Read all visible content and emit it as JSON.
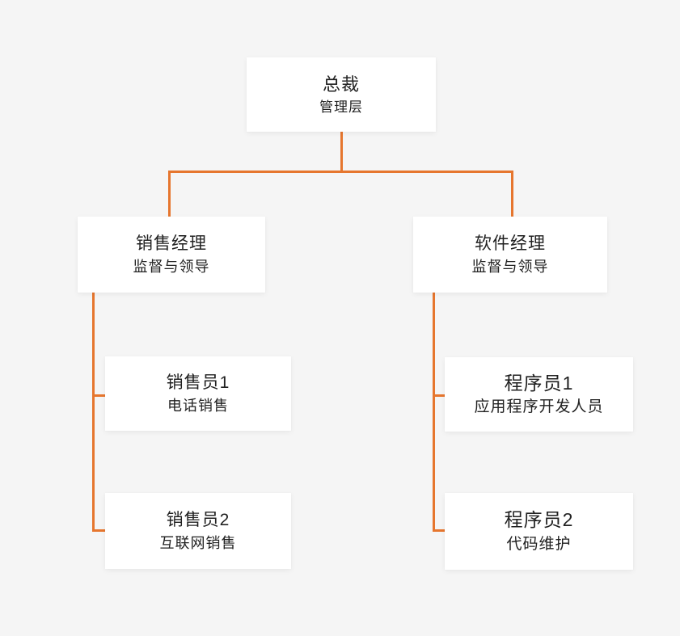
{
  "colors": {
    "background": "#f5f5f5",
    "box_fill": "#ffffff",
    "line": "#e6762e",
    "text": "#212121"
  },
  "org_chart": {
    "type": "org-tree",
    "root": {
      "title": "总裁",
      "subtitle": "管理层"
    },
    "managers": [
      {
        "title": "销售经理",
        "subtitle": "监督与领导"
      },
      {
        "title": "软件经理",
        "subtitle": "监督与领导"
      }
    ],
    "sales_reports": [
      {
        "title": "销售员1",
        "subtitle": "电话销售"
      },
      {
        "title": "销售员2",
        "subtitle": "互联网销售"
      }
    ],
    "software_reports": [
      {
        "title": "程序员1",
        "subtitle": "应用程序开发人员"
      },
      {
        "title": "程序员2",
        "subtitle": "代码维护"
      }
    ]
  }
}
